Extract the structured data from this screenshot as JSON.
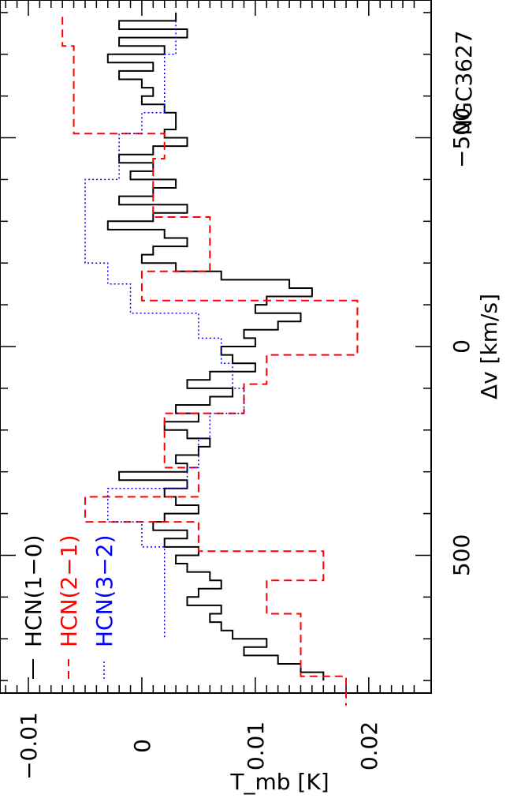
{
  "chart_data": {
    "type": "line",
    "orientation": "rotated-90-ccw",
    "annotation": "NGC3627",
    "xlabel": "Δv [km/s]",
    "ylabel": "T_mb [K]",
    "xlim": [
      -830,
      830
    ],
    "ylim": [
      -0.0125,
      0.0255
    ],
    "x_ticks": [
      -500,
      0,
      500
    ],
    "x_tick_labels": [
      "−500",
      "0",
      "500"
    ],
    "y_ticks": [
      0.02,
      0.01,
      0,
      -0.01
    ],
    "y_tick_labels": [
      "0.02",
      "0.01",
      "0",
      "−0.01"
    ],
    "grid": false,
    "legend_position": "bottom-left",
    "series": [
      {
        "name": "HCN(1−0)",
        "color": "#000000",
        "style": "solid",
        "step": true,
        "x": [
          -800,
          -780,
          -760,
          -740,
          -720,
          -700,
          -680,
          -660,
          -640,
          -620,
          -600,
          -580,
          -560,
          -540,
          -520,
          -500,
          -480,
          -460,
          -440,
          -420,
          -400,
          -380,
          -360,
          -340,
          -320,
          -300,
          -280,
          -260,
          -240,
          -220,
          -200,
          -180,
          -160,
          -140,
          -120,
          -100,
          -80,
          -60,
          -40,
          -20,
          0,
          20,
          40,
          60,
          80,
          100,
          120,
          140,
          160,
          180,
          200,
          220,
          240,
          260,
          280,
          300,
          320,
          340,
          360,
          380,
          400,
          420,
          440,
          460,
          480,
          500,
          520,
          540,
          560,
          580,
          600,
          620,
          640,
          660,
          680,
          700,
          720,
          740,
          760,
          780
        ],
        "y": [
          0.003,
          -0.002,
          0.004,
          -0.002,
          0.002,
          -0.003,
          0.001,
          -0.002,
          0.0,
          0.001,
          0.0,
          0.002,
          0.003,
          0.003,
          0.002,
          0.004,
          0.001,
          -0.002,
          0.001,
          -0.001,
          0.003,
          0.001,
          -0.002,
          0.004,
          0.001,
          -0.003,
          0.002,
          0.004,
          0.001,
          0.0,
          0.003,
          0.007,
          0.013,
          0.015,
          0.011,
          0.01,
          0.014,
          0.012,
          0.009,
          0.01,
          0.007,
          0.008,
          0.01,
          0.006,
          0.004,
          0.008,
          0.006,
          0.003,
          0.005,
          0.002,
          0.004,
          0.006,
          0.005,
          0.003,
          0.004,
          -0.002,
          0.004,
          0.002,
          0.003,
          0.005,
          0.002,
          0.001,
          0.004,
          0.002,
          0.005,
          0.003,
          0.004,
          0.006,
          0.007,
          0.005,
          0.004,
          0.007,
          0.006,
          0.007,
          0.008,
          0.011,
          0.009,
          0.012,
          0.014,
          0.016
        ]
      },
      {
        "name": "HCN(2−1)",
        "color": "#ff0000",
        "style": "dashed",
        "step": true,
        "x": [
          -790,
          -720,
          -650,
          -580,
          -510,
          -450,
          -380,
          -310,
          -240,
          -180,
          -110,
          -50,
          20,
          90,
          160,
          210,
          290,
          360,
          420,
          490,
          560,
          640,
          720,
          790
        ],
        "y": [
          -0.007,
          -0.006,
          -0.006,
          -0.006,
          0.002,
          0.001,
          0.001,
          0.006,
          0.006,
          0.0,
          0.019,
          0.019,
          0.011,
          0.009,
          0.002,
          0.002,
          0.005,
          -0.005,
          0.005,
          0.016,
          0.011,
          0.014,
          0.014,
          0.018
        ]
      },
      {
        "name": "HCN(3−2)",
        "color": "#0000ff",
        "style": "dotted",
        "step": true,
        "x": [
          -780,
          -700,
          -630,
          -560,
          -510,
          -450,
          -400,
          -320,
          -250,
          -200,
          -150,
          -80,
          -20,
          40,
          100,
          160,
          220,
          290,
          340,
          420,
          480,
          540,
          620
        ],
        "y": [
          0.003,
          0.002,
          0.002,
          0.0,
          -0.002,
          -0.002,
          -0.005,
          -0.005,
          -0.005,
          -0.003,
          -0.001,
          0.005,
          0.007,
          0.008,
          0.009,
          0.006,
          0.005,
          0.004,
          -0.003,
          0.0,
          0.002,
          0.002,
          0.002
        ]
      }
    ]
  }
}
